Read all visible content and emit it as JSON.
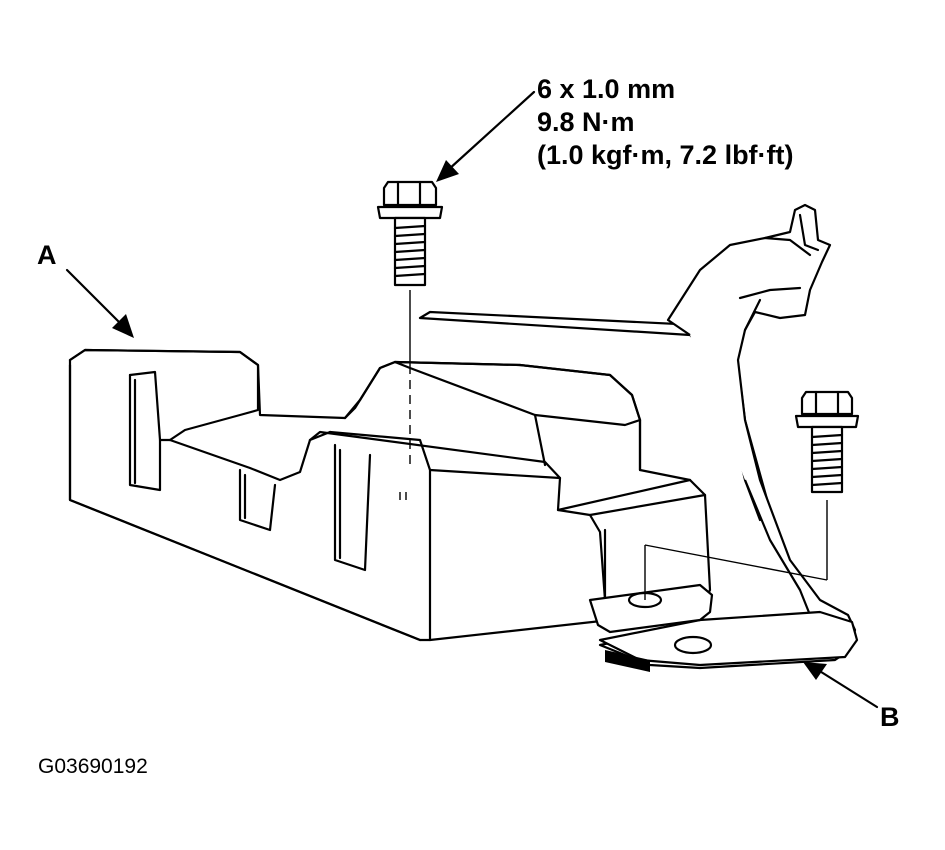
{
  "spec": {
    "line1": "6 x 1.0 mm",
    "line2": "9.8 N·m",
    "line3": "(1.0 kgf·m, 7.2 lbf·ft)"
  },
  "callouts": {
    "a": "A",
    "b": "B"
  },
  "figure_id": "G03690192"
}
